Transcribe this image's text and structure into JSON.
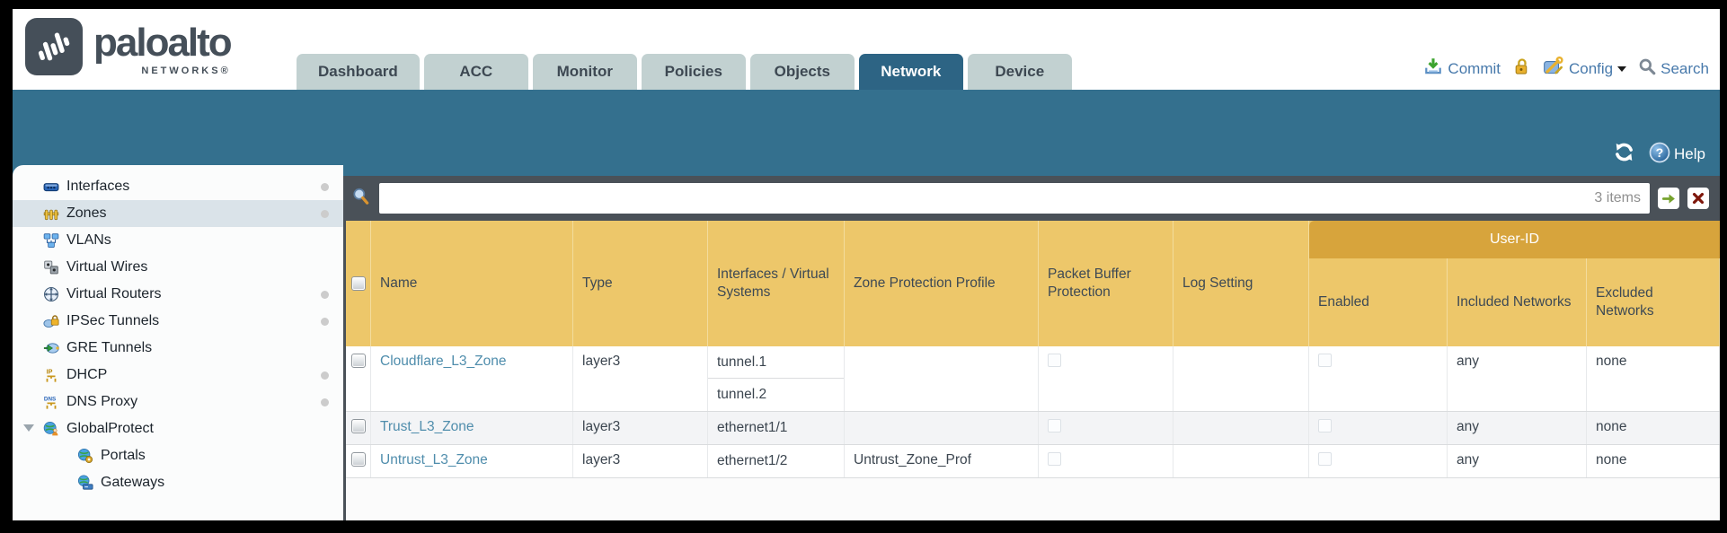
{
  "brand": {
    "name": "paloalto",
    "sub": "NETWORKS®"
  },
  "nav_tabs": [
    {
      "label": "Dashboard",
      "active": false
    },
    {
      "label": "ACC",
      "active": false
    },
    {
      "label": "Monitor",
      "active": false
    },
    {
      "label": "Policies",
      "active": false
    },
    {
      "label": "Objects",
      "active": false
    },
    {
      "label": "Network",
      "active": true
    },
    {
      "label": "Device",
      "active": false
    }
  ],
  "toolbar": {
    "commit_label": "Commit",
    "config_label": "Config",
    "search_label": "Search"
  },
  "band": {
    "help_label": "Help"
  },
  "sidebar": {
    "items": [
      {
        "label": "Interfaces",
        "icon": "interfaces-icon",
        "dot": true,
        "selected": false
      },
      {
        "label": "Zones",
        "icon": "zones-icon",
        "dot": true,
        "selected": true
      },
      {
        "label": "VLANs",
        "icon": "vlans-icon",
        "dot": false,
        "selected": false
      },
      {
        "label": "Virtual Wires",
        "icon": "virtual-wires-icon",
        "dot": false,
        "selected": false
      },
      {
        "label": "Virtual Routers",
        "icon": "virtual-routers-icon",
        "dot": true,
        "selected": false
      },
      {
        "label": "IPSec Tunnels",
        "icon": "ipsec-tunnels-icon",
        "dot": true,
        "selected": false
      },
      {
        "label": "GRE Tunnels",
        "icon": "gre-tunnels-icon",
        "dot": false,
        "selected": false
      },
      {
        "label": "DHCP",
        "icon": "dhcp-icon",
        "dot": true,
        "selected": false
      },
      {
        "label": "DNS Proxy",
        "icon": "dns-proxy-icon",
        "dot": true,
        "selected": false
      },
      {
        "label": "GlobalProtect",
        "icon": "globalprotect-icon",
        "dot": false,
        "selected": false,
        "expanded": true,
        "children": [
          {
            "label": "Portals",
            "icon": "portals-icon"
          },
          {
            "label": "Gateways",
            "icon": "gateways-icon"
          }
        ]
      }
    ]
  },
  "search": {
    "value": "",
    "count_label": "3 items"
  },
  "table": {
    "group_header": "User-ID",
    "columns": [
      "Name",
      "Type",
      "Interfaces / Virtual Systems",
      "Zone Protection Profile",
      "Packet Buffer Protection",
      "Log Setting",
      "Enabled",
      "Included Networks",
      "Excluded Networks"
    ],
    "rows": [
      {
        "name": "Cloudflare_L3_Zone",
        "type": "layer3",
        "interfaces": [
          "tunnel.1",
          "tunnel.2"
        ],
        "zone_protection_profile": "",
        "packet_buffer_protection": false,
        "log_setting": "",
        "user_id_enabled": false,
        "included_networks": "any",
        "excluded_networks": "none"
      },
      {
        "name": "Trust_L3_Zone",
        "type": "layer3",
        "interfaces": [
          "ethernet1/1"
        ],
        "zone_protection_profile": "",
        "packet_buffer_protection": false,
        "log_setting": "",
        "user_id_enabled": false,
        "included_networks": "any",
        "excluded_networks": "none"
      },
      {
        "name": "Untrust_L3_Zone",
        "type": "layer3",
        "interfaces": [
          "ethernet1/2"
        ],
        "zone_protection_profile": "Untrust_Zone_Prof",
        "packet_buffer_protection": false,
        "log_setting": "",
        "user_id_enabled": false,
        "included_networks": "any",
        "excluded_networks": "none"
      }
    ]
  },
  "colors": {
    "teal_band": "#34708E",
    "active_tab": "#2D6484",
    "header_amber": "#EDC76A",
    "user_id_band": "#D7A43C",
    "link": "#4F8DAC",
    "toolbar_blue": "#4779AB",
    "slate_bar": "#4A5158"
  }
}
